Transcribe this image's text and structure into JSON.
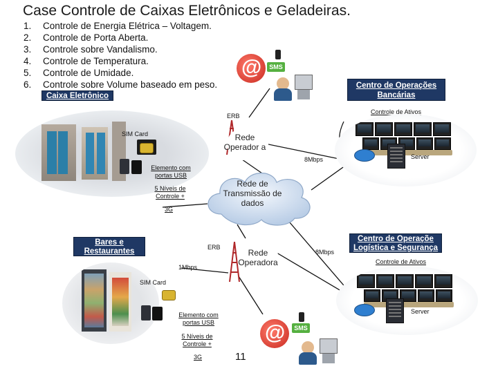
{
  "title": "Case Controle de Caixas Eletrônicos e Geladeiras.",
  "list": [
    {
      "num": "1.",
      "text": "Controle de Energia Elétrica – Voltagem."
    },
    {
      "num": "2.",
      "text": "Controle de Porta Aberta."
    },
    {
      "num": "3.",
      "text": "Controle sobre Vandalismo."
    },
    {
      "num": "4.",
      "text": "Controle de Temperatura."
    },
    {
      "num": "5.",
      "text": "Controle de Umidade."
    },
    {
      "num": "6.",
      "text": "Controle sobre Volume baseado em peso."
    }
  ],
  "caixa_label": "Caixa Eletrônico",
  "bares_label": "Bares e Restaurantes",
  "bank_ops": {
    "title": "Centro de Operações Bancárias",
    "sub": "Controle de Ativos",
    "server": "Server",
    "speed": "8Mbps"
  },
  "log_ops": {
    "title": "Centro de Operaçõe Logística e Segurança",
    "sub": "Controle de Ativos",
    "server": "Server",
    "speed": "8Mbps"
  },
  "top": {
    "erb": "ERB",
    "sim": "SIM Card",
    "usb": "Elemento com portas USB",
    "niveis": "5 Níveis de Controle +",
    "g3": "3G",
    "cloud": "Rede Operador a"
  },
  "transmission_cloud": "Rede de Transmissão de dados",
  "bottom": {
    "erb": "ERB",
    "speed": "1Mbps",
    "sim": "SIM Card",
    "usb": "Elemento com portas USB",
    "niveis": "5 Níveis de Controle +",
    "g3": "3G",
    "cloud": "Rede Operadora"
  },
  "sms": "SMS",
  "page_number": "11",
  "colors": {
    "navy": "#1f3864",
    "cloud": "#d6e4f5",
    "sms": "#55b040",
    "at": "#d9352b"
  }
}
